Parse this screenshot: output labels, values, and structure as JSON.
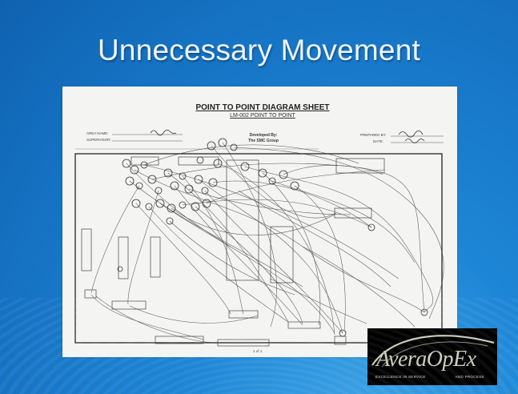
{
  "slide": {
    "title": "Unnecessary Movement",
    "background_color": "#1a7fd0"
  },
  "diagram_sheet": {
    "heading": "POINT TO POINT DIAGRAM SHEET",
    "subheading": "LM-002 POINT TO POINT",
    "area_name_label": "AREA NAME:",
    "supervisor_label": "SUPERVISOR:",
    "developed_by_label": "Developed By:",
    "developed_by_value": "The SMC Group",
    "prepared_by_label": "PREPARED BY:",
    "date_label": "DATE:",
    "page_number": "1 of 1"
  },
  "logo": {
    "wordmark": "AveraOpEx",
    "tagline_left": "EXCELLENCE IN SERVICE",
    "tagline_right": "AND PROCESS",
    "accent_color": "#c8cdb8"
  }
}
